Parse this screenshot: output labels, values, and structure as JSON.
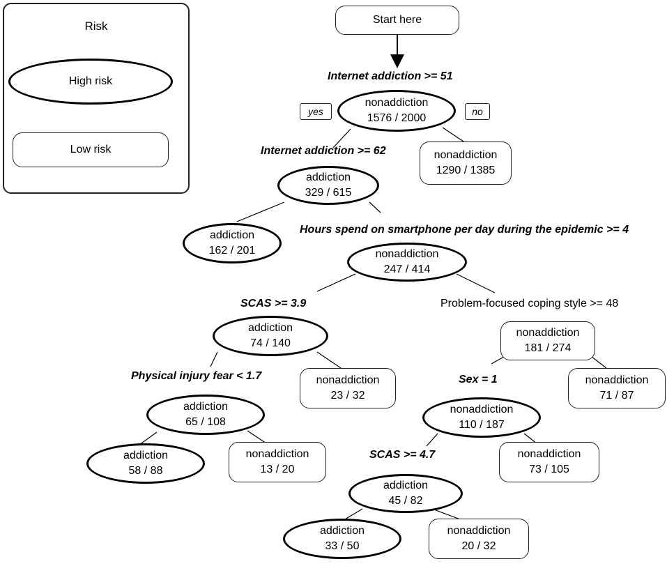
{
  "legend": {
    "title": "Risk",
    "high": "High risk",
    "low": "Low risk"
  },
  "start": "Start here",
  "branch_labels": {
    "yes": "yes",
    "no": "no"
  },
  "rules": {
    "r1": "Internet addiction  >= 51",
    "r2": "Internet addiction >= 62",
    "r3": "Hours spend on smartphone per day during the epidemic >= 4",
    "r4": "SCAS >= 3.9",
    "r5": "Problem-focused coping style >= 48",
    "r6": "Physical injury fear < 1.7",
    "r7": "Sex = 1",
    "r8": "SCAS >= 4.7"
  },
  "nodes": {
    "n_root": {
      "label": "nonaddiction",
      "count": "1576 / 2000",
      "risk": "high"
    },
    "n_no1": {
      "label": "nonaddiction",
      "count": "1290 / 1385",
      "risk": "low"
    },
    "n_a1": {
      "label": "addiction",
      "count": "329 / 615",
      "risk": "high"
    },
    "n_a2": {
      "label": "addiction",
      "count": "162 / 201",
      "risk": "high"
    },
    "n_na2": {
      "label": "nonaddiction",
      "count": "247 / 414",
      "risk": "high"
    },
    "n_a3": {
      "label": "addiction",
      "count": "74 / 140",
      "risk": "high"
    },
    "n_na3": {
      "label": "nonaddiction",
      "count": "181 / 274",
      "risk": "low"
    },
    "n_na4": {
      "label": "nonaddiction",
      "count": "23 / 32",
      "risk": "low"
    },
    "n_na5": {
      "label": "nonaddiction",
      "count": "71 / 87",
      "risk": "low"
    },
    "n_a4": {
      "label": "addiction",
      "count": "65 / 108",
      "risk": "high"
    },
    "n_na6": {
      "label": "nonaddiction",
      "count": "110 / 187",
      "risk": "high"
    },
    "n_a5": {
      "label": "addiction",
      "count": "58 / 88",
      "risk": "high"
    },
    "n_na7": {
      "label": "nonaddiction",
      "count": "13 / 20",
      "risk": "low"
    },
    "n_na8": {
      "label": "nonaddiction",
      "count": "73 / 105",
      "risk": "low"
    },
    "n_a6": {
      "label": "addiction",
      "count": "45 / 82",
      "risk": "high"
    },
    "n_a7": {
      "label": "addiction",
      "count": "33 / 50",
      "risk": "high"
    },
    "n_na9": {
      "label": "nonaddiction",
      "count": "20 / 32",
      "risk": "low"
    }
  }
}
